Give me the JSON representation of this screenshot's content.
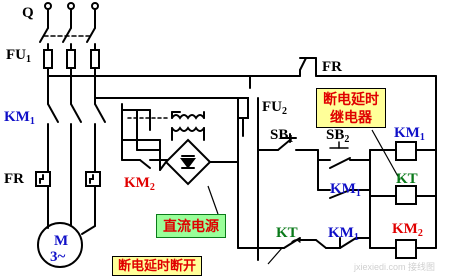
{
  "labels": {
    "q": "Q",
    "fu1": "FU",
    "fu1_sub": "1",
    "km1_left": "KM",
    "km1_left_sub": "1",
    "fr_left": "FR",
    "km2_mid": "KM",
    "km2_mid_sub": "2",
    "motor_m": "M",
    "motor_3": "3~",
    "fr_top": "FR",
    "fu2": "FU",
    "fu2_sub": "2",
    "sb1": "SB",
    "sb1_sub": "1",
    "sb2": "SB",
    "sb2_sub": "2",
    "km1_contact": "KM",
    "km1_contact_sub": "1",
    "km1_coil": "KM",
    "km1_coil_sub": "1",
    "kt_coil": "KT",
    "kt_contact": "KT",
    "km1_nc": "KM",
    "km1_nc_sub": "1",
    "km2_coil": "KM",
    "km2_coil_sub": "2"
  },
  "callouts": {
    "relay": "断电延时\n继电器",
    "dc_source": "直流电源",
    "delay_break": "断电延时断开"
  },
  "watermark": {
    "site": "jxiexiedi",
    "domain": ".com",
    "brand": "接线图"
  },
  "colors": {
    "wire": "#000000",
    "black_label": "#000000",
    "blue_label": "#1010c8",
    "red_label": "#e00000",
    "green_label": "#0a7a1a",
    "callout_bg": "#ffff99",
    "green_box_bg": "#99ff99",
    "green_box_border": "#0a7a1a"
  }
}
